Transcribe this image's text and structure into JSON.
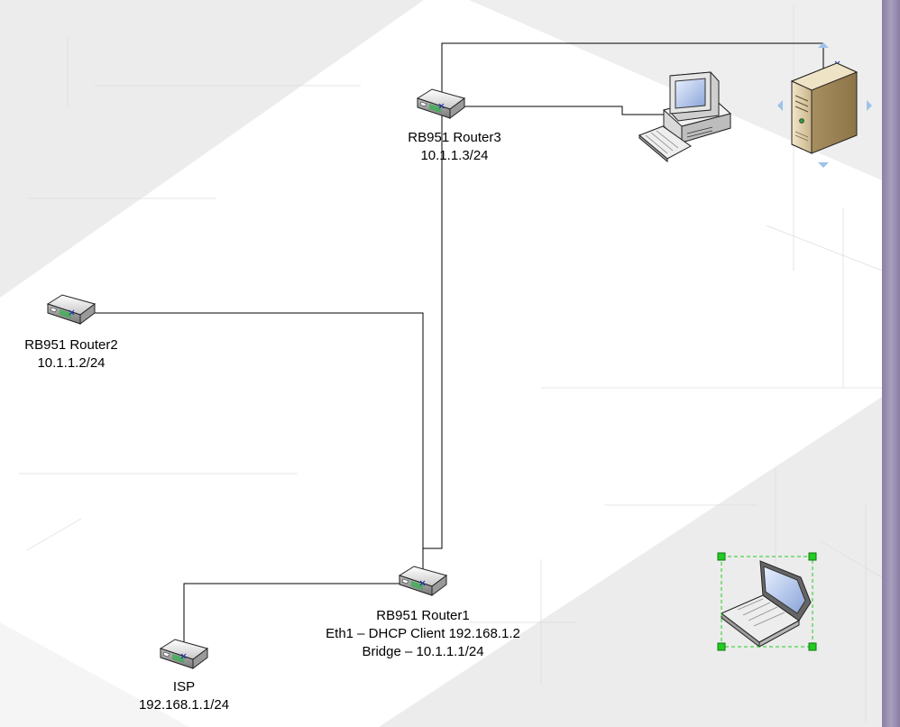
{
  "nodes": {
    "router3": {
      "name": "RB951 Router3",
      "ip": "10.1.1.3/24"
    },
    "router2": {
      "name": "RB951 Router2",
      "ip": "10.1.1.2/24"
    },
    "router1": {
      "name": "RB951 Router1",
      "eth1": "Eth1 – DHCP Client 192.168.1.2",
      "bridge": "Bridge – 10.1.1.1/24"
    },
    "isp": {
      "name": "ISP",
      "ip": "192.168.1.1/24"
    }
  },
  "icons": [
    "router-icon",
    "desktop-computer-icon",
    "server-tower-icon",
    "laptop-icon"
  ],
  "colors": {
    "background": "#ececec",
    "sheet": "#ffffff",
    "selection": "#22cc22",
    "connector": "#000000"
  }
}
